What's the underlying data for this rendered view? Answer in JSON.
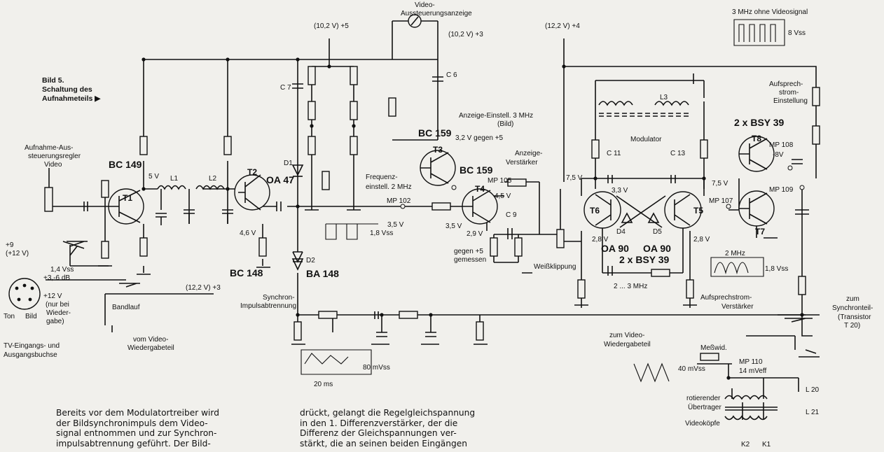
{
  "caption": {
    "line1": "Bild 5.",
    "line2": "Schaltung des",
    "line3": "Aufnahmeteils ▶"
  },
  "labels": {
    "v10_2_p5": "(10,2 V) +5",
    "video_meter": "Video-",
    "video_meter2": "Aussteuerungsanzeige",
    "v10_2_p3": "(10,2 V) +3",
    "v12_2_p4": "(12,2 V) +4",
    "mhz_ohne": "3 MHz ohne Videosignal",
    "vss8": "8 Vss",
    "aufnahme1": "Aufnahme-Aus-",
    "aufnahme2": "steuerungsregler",
    "aufnahme3": "Video",
    "t1": "T1",
    "bc149": "BC 149",
    "v5": "5 V",
    "t2": "T2",
    "oa47": "OA 47",
    "bc148": "BC 148",
    "v4_6": "4,6 V",
    "t3": "T3",
    "bc159a": "BC 159",
    "bc159b": "BC 159",
    "v3_2": "3,2 V gegen +5",
    "anzeige_einst1": "Anzeige-Einstell. 3 MHz",
    "anzeige_einst2": "(Bild)",
    "frequenz1": "Frequenz-",
    "frequenz2": "einstell. 2 MHz",
    "anzeige_v1": "Anzeige-",
    "anzeige_v2": "Verstärker",
    "t4": "T4",
    "mp105": "MP 105",
    "v4_5": "4,5 V",
    "mp102": "MP 102",
    "v3_5a": "3,5 V",
    "v3_5b": "3,5 V",
    "v2_9": "2,9 V",
    "gegen1": "gegen +5",
    "gegen2": "gemessen",
    "weiss": "Weißklippung",
    "v1_8": "1,8 Vss",
    "modulator": "Modulator",
    "t6": "T6",
    "t5": "T5",
    "t7": "T7",
    "t8": "T8",
    "v7_5a": "7,5 V",
    "v7_5b": "7,5 V",
    "v3_3": "3,3 V",
    "d4": "D4",
    "d5": "D5",
    "oa90a": "OA 90",
    "oa90b": "OA 90",
    "bsy39a": "2 x BSY 39",
    "bsy39b": "2 x BSY 39",
    "v2_8a": "2,8 V",
    "v2_8b": "2,8 V",
    "mp107": "MP 107",
    "mp108": "MP 108",
    "mp109": "MP 109",
    "v8": "-8V",
    "aufsprech1": "Aufsprech-",
    "aufsprech2": "strom-",
    "aufsprech3": "Einstellung",
    "mhz2": "2 MHz",
    "vss1_8": "1,8 Vss",
    "aufverst1": "Aufsprechstrom-",
    "aufverst2": "Verstärker",
    "synchron1": "zum",
    "synchron2": "Synchronteil-",
    "synchron3": "(Transistor",
    "synchron4": "T 20)",
    "v12_2_p3": "(12,2 V) +3",
    "bandlauf": "Bandlauf",
    "tv1": "TV-Eingangs- und",
    "tv2": "Ausgangsbuchse",
    "ton": "Ton",
    "bild": "Bild",
    "vom1": "vom Video-",
    "vom2": "Wiedergabeteil",
    "zum1": "zum Video-",
    "zum2": "Wiedergabeteil",
    "p9": "+9",
    "v12": "(+12 V)",
    "v1_4": "1,4 Vss",
    "db": "+3,-6 dB",
    "v12b": "+12 V",
    "nur1": "(nur bei",
    "nur2": "Wieder-",
    "nur3": "gabe)",
    "synch_abt1": "Synchron-",
    "synch_abt2": "Impulsabtrennung",
    "d2": "D2",
    "ba148": "BA 148",
    "d1": "D1",
    "mv80": "80 mVss",
    "ms20": "20 ms",
    "mv40": "40 mVss",
    "mv14": "14 mVeff",
    "messwid": "Meßwid.",
    "mp110": "MP 110",
    "rotier1": "rotierender",
    "rotier2": "Übertrager",
    "koepfe": "Videoköpfe",
    "k2": "K2",
    "k1": "K1",
    "l20": "L 20",
    "l21": "L 21",
    "l1": "L1",
    "l2": "L2",
    "l3": "L3",
    "mhz3": "2 ... 3 MHz",
    "c11": "C 11",
    "c13": "C 13",
    "c9": "C 9",
    "c7": "C 7",
    "c6": "C 6"
  },
  "text_col1": [
    "Bereits vor dem Modulatortreiber wird",
    "der Bildsynchronimpuls dem Video-",
    "signal entnommen und zur Synchron-",
    "impulsabtrennung geführt. Der Bild-"
  ],
  "text_col2": [
    "drückt, gelangt die Regelgleichspannung",
    "in den 1. Differenzverstärker, der die",
    "Differenz der Gleichspannungen ver-",
    "stärkt, die an seinen beiden Eingängen"
  ]
}
